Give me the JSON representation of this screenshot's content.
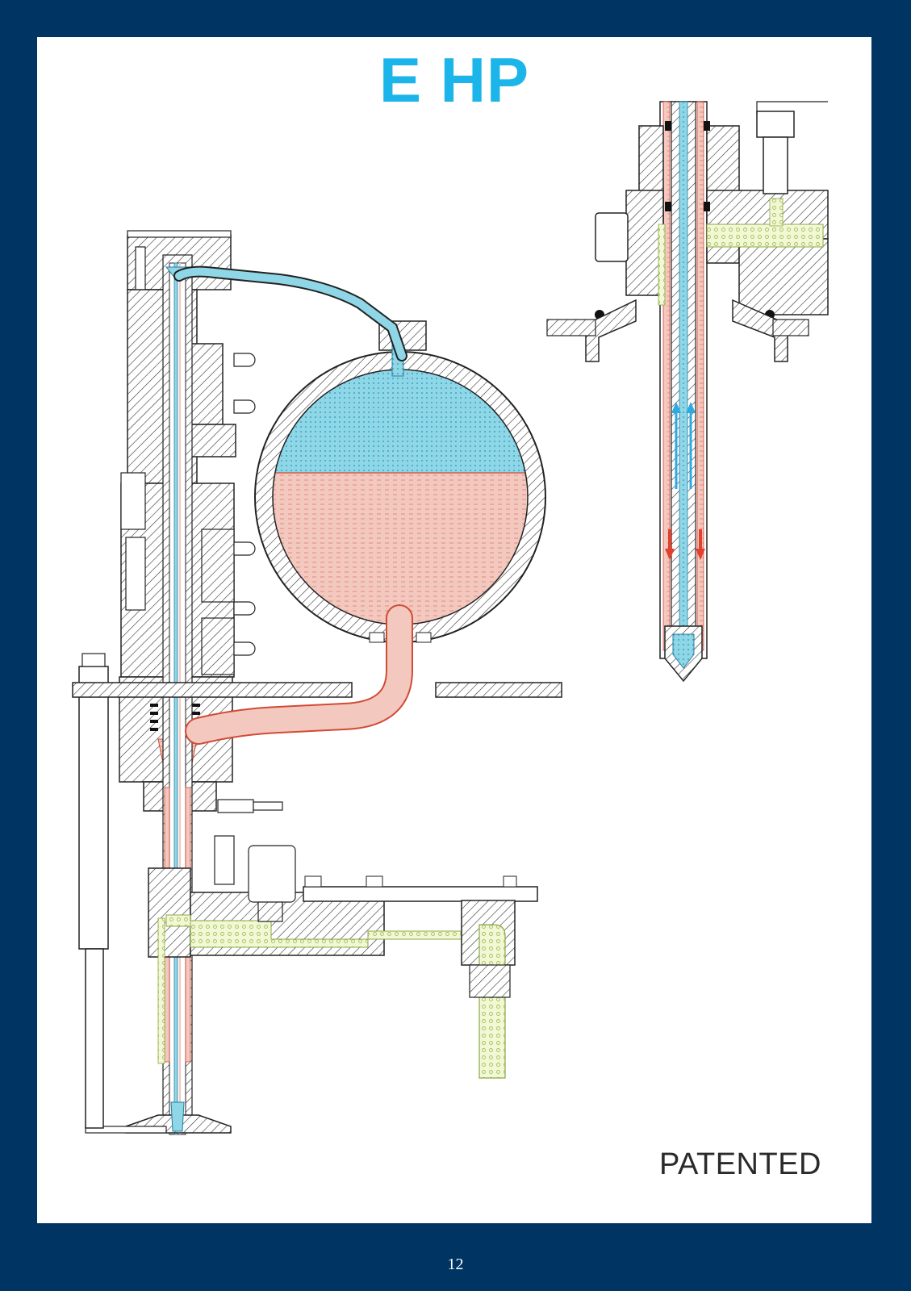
{
  "page": {
    "title": "E HP",
    "patent_label": "PATENTED",
    "page_number": "12"
  },
  "colors": {
    "background": "#003462",
    "panel": "#ffffff",
    "title": "#1cb5ea",
    "gas_blue": "#8fd6e6",
    "liquid_red": "#f3c8bf",
    "return_green": "#e7f0b8",
    "line": "#222222",
    "arrow_red": "#e5402e",
    "arrow_blue": "#2fa9e1"
  }
}
